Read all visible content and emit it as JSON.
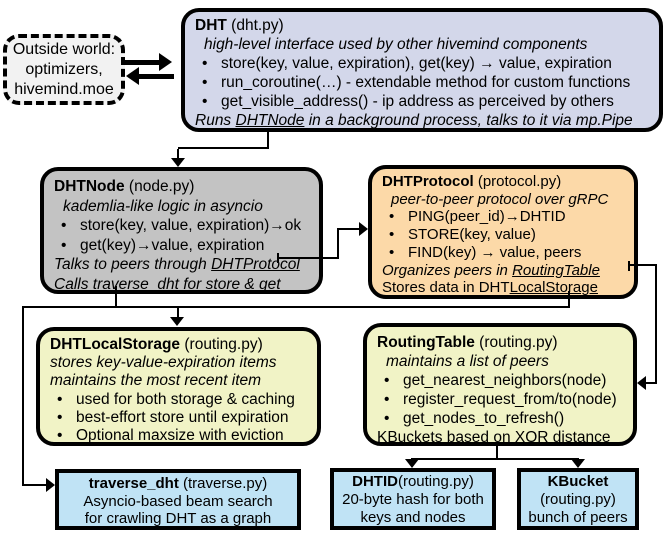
{
  "glyphs": {
    "bullet": "•"
  },
  "colors": {
    "dht_fill": "#d3d7ea",
    "node_fill": "#c3c3c3",
    "protocol_fill": "#fcd9a8",
    "storage_fill": "#f1f3c6",
    "leaf_fill": "#c0e3f5",
    "outside_fill": "#f2f2f2",
    "line": "#000000"
  },
  "outside_world": {
    "line1": "Outside world:",
    "line2": "optimizers,",
    "line3": "hivemind.moe"
  },
  "dht": {
    "name": "DHT",
    "file": " (dht.py)",
    "subtitle": "high-level interface used by other hivemind components",
    "bullet1": "store(key, value, expiration), get(key) → value, expiration",
    "bullet2": "run_coroutine(…) - extendable method for custom functions",
    "bullet3": "get_visible_address() - ip address as perceived by others",
    "footer_pre": "Runs ",
    "footer_link": "DHTNode",
    "footer_post": " in a background process, talks to it via mp.Pipe"
  },
  "dhtnode": {
    "name": "DHTNode",
    "file": " (node.py)",
    "subtitle": "kademlia-like logic in asyncio",
    "bullet1": "store(key, value, expiration)→ok",
    "bullet2": "get(key)→value, expiration",
    "talks_pre": "Talks to peers through ",
    "talks_link": "DHTProtocol",
    "calls_pre": "Calls ",
    "calls_link": "traverse_dht",
    "calls_post": " for store & get"
  },
  "dhtprotocol": {
    "name": "DHTProtocol",
    "file": " (protocol.py)",
    "subtitle": "peer-to-peer protocol over gRPC",
    "bullet1": "PING(peer_id)→DHTID",
    "bullet2": "STORE(key, value)",
    "bullet3": "FIND(key) → value, peers",
    "organizes_pre": "Organizes peers in ",
    "organizes_link": "RoutingTable",
    "stores_pre": "Stores data in DHT",
    "stores_link": "LocalStorage"
  },
  "dhtlocalstorage": {
    "name": "DHTLocalStorage",
    "file": " (routing.py)",
    "subtitle1": "stores key-value-expiration items",
    "subtitle2": "maintains the most recent item",
    "bullet1": "used for both storage & caching",
    "bullet2": "best-effort store until expiration",
    "bullet3": "Optional maxsize with eviction"
  },
  "routingtable": {
    "name": "RoutingTable",
    "file": " (routing.py)",
    "subtitle": "maintains a list of peers",
    "bullet1": "get_nearest_neighbors(node)",
    "bullet2": "register_request_from/to(node)",
    "bullet3": "get_nodes_to_refresh()",
    "footer": "KBuckets based on XOR distance"
  },
  "traverse_dht": {
    "name": "traverse_dht",
    "file": " (traverse.py)",
    "line1": "Asyncio-based beam search",
    "line2": "for crawling DHT as a graph"
  },
  "dhtid": {
    "name": "DHTID",
    "file": "(routing.py)",
    "line1": "20-byte hash for both",
    "line2": "keys and nodes"
  },
  "kbucket": {
    "name": "KBucket",
    "file": "(routing.py)",
    "line1": "bunch of peers"
  }
}
